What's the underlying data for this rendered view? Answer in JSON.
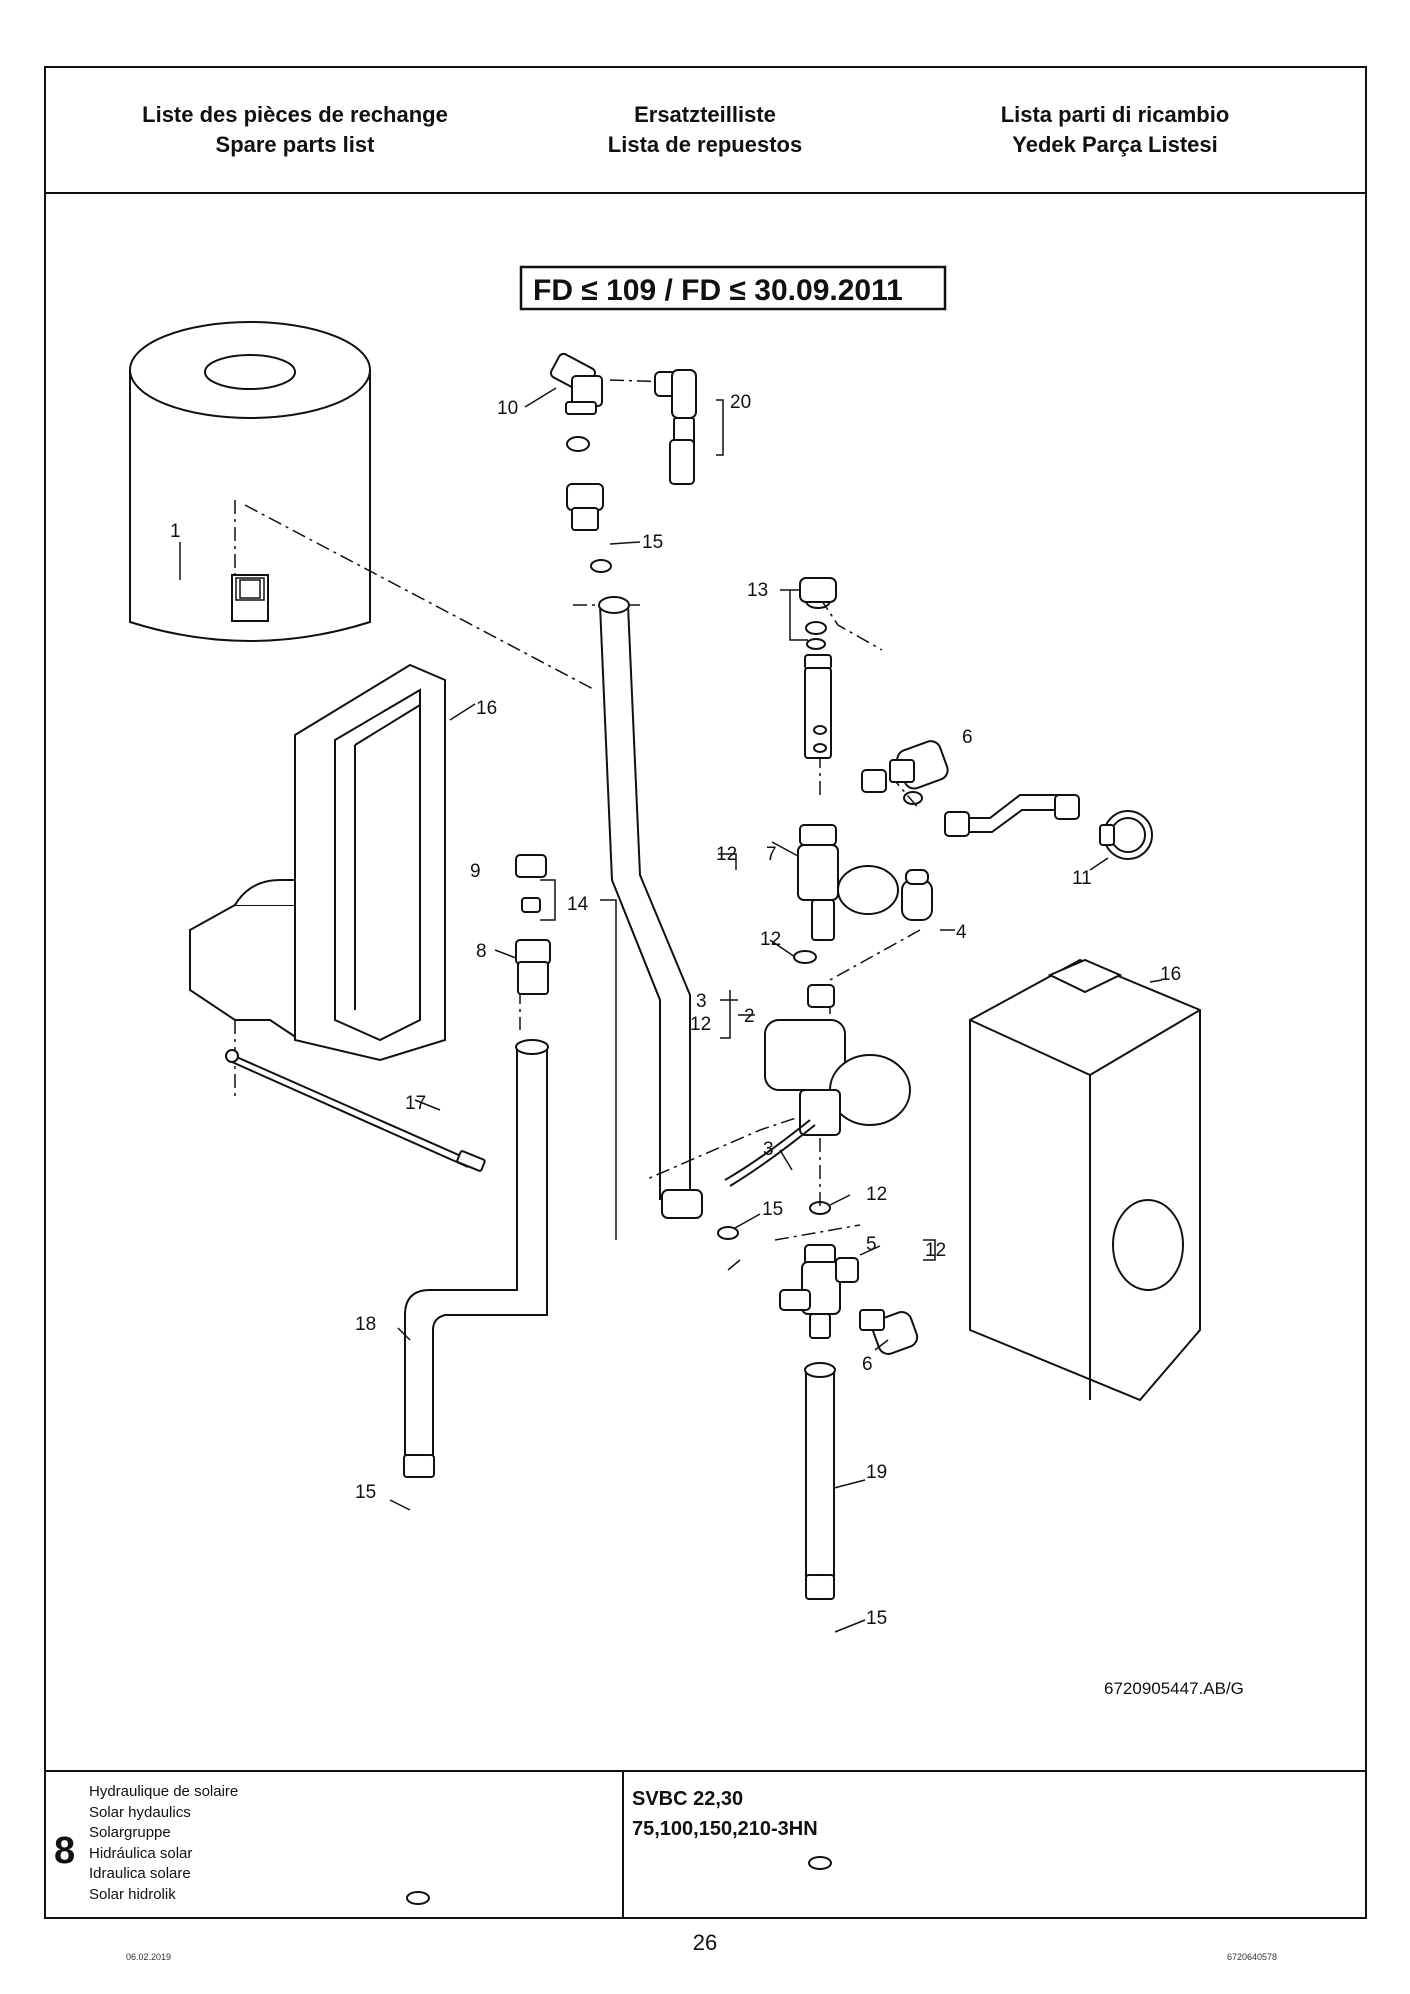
{
  "header": {
    "col1": [
      "Liste des pièces de rechange",
      "Spare parts list"
    ],
    "col2": [
      "Ersatzteilliste",
      "Lista de repuestos"
    ],
    "col3": [
      "Lista parti di ricambio",
      "Yedek Parça Listesi"
    ]
  },
  "diagram": {
    "fd_label": "FD ≤ 109  /  FD ≤ 30.09.2011",
    "drawing_ref": "6720905447.AB/G",
    "callouts": {
      "c1": "1",
      "c10": "10",
      "c20": "20",
      "c15a": "15",
      "c13": "13",
      "c16a": "16",
      "c6a": "6",
      "c9": "9",
      "c14": "14",
      "c12a": "12",
      "c7": "7",
      "c11": "11",
      "c8": "8",
      "c12b": "12",
      "c4": "4",
      "c3a": "3",
      "c12c": "12",
      "c2": "2",
      "c16b": "16",
      "c17": "17",
      "c3b": "3",
      "c12d": "12",
      "c15b": "15",
      "c5": "5",
      "c12e": "12",
      "c18": "18",
      "c6b": "6",
      "c19": "19",
      "c15c": "15",
      "c15d": "15"
    }
  },
  "footer": {
    "section_number": "8",
    "section_titles": [
      "Hydraulique de solaire",
      "Solar hydaulics",
      "Solargruppe",
      "Hidráulica solar",
      "Idraulica solare",
      "Solar hidrolik"
    ],
    "model_lines": [
      "SVBC 22,30",
      "75,100,150,210-3HN"
    ]
  },
  "page": {
    "number": "26",
    "date": "06.02.2019",
    "doc_number": "6720640578"
  }
}
